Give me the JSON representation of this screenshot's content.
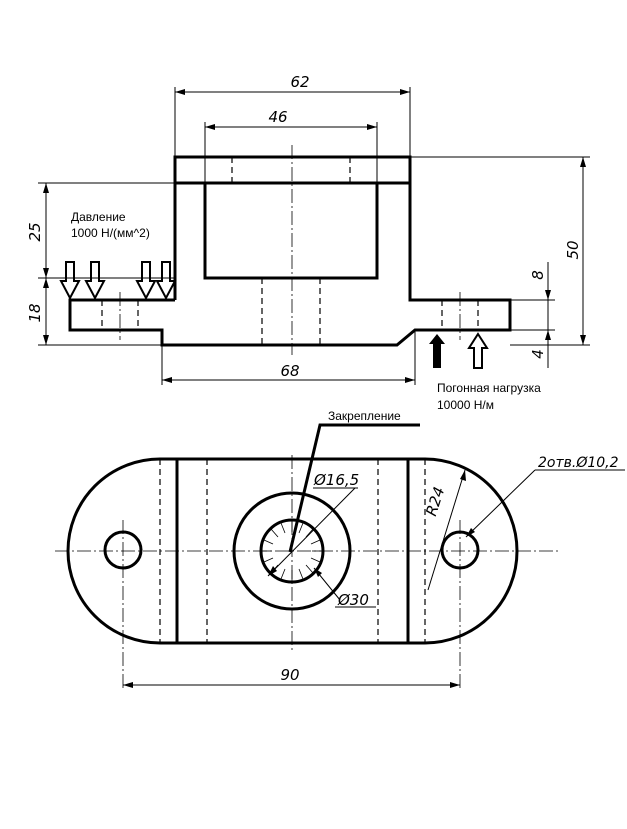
{
  "front_view": {
    "dims": {
      "overall_width": "62",
      "cavity_width": "46",
      "base_width": "68",
      "total_height": "50",
      "upper_height": "25",
      "flange_height": "18",
      "step_8": "8",
      "step_4": "4"
    },
    "pressure_label_line1": "Давление",
    "pressure_label_line2": "1000 Н/(мм^2)",
    "line_load_label_line1": "Погонная нагрузка",
    "line_load_label_line2": "10000 Н/м"
  },
  "top_view": {
    "fixing_label": "Закрепление",
    "dims": {
      "bore_diameter": "Ø16,5",
      "boss_diameter": "Ø30",
      "end_radius": "R24",
      "holes": "2отв.Ø10,2",
      "overall_length": "90"
    }
  },
  "colors": {
    "line": "#000000",
    "background": "#ffffff"
  }
}
